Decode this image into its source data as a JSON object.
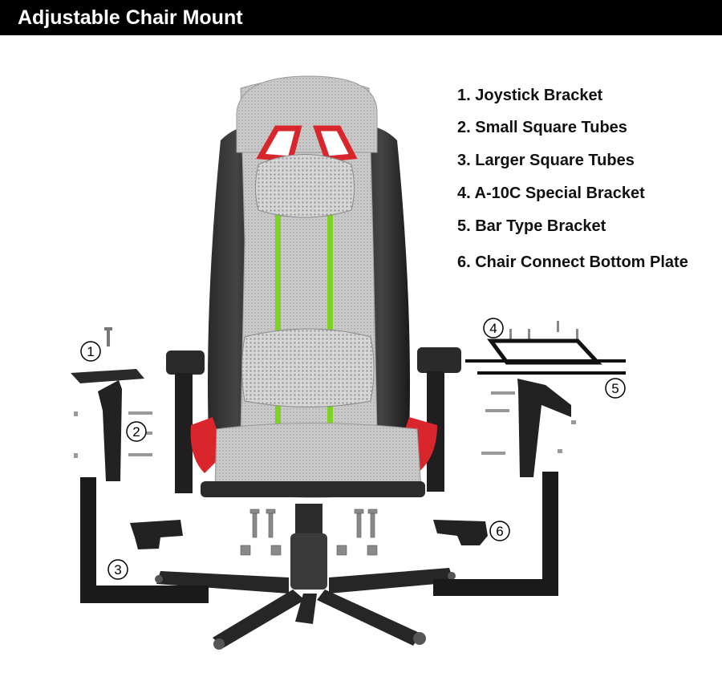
{
  "title": "Adjustable Chair Mount",
  "parts": [
    {
      "label": "1. Joystick Bracket"
    },
    {
      "label": "2. Small Square Tubes"
    },
    {
      "label": "3. Larger Square Tubes"
    },
    {
      "label": "4. A-10C Special Bracket"
    },
    {
      "label": "5. Bar Type Bracket"
    },
    {
      "label": "6. Chair Connect Bottom Plate"
    }
  ],
  "callouts": [
    "1",
    "2",
    "3",
    "4",
    "5",
    "6"
  ],
  "colors": {
    "accent_green": "#7ed321",
    "accent_red": "#d8262c",
    "frame_black": "#1a1a1a",
    "mesh_gray": "#bdbdbd"
  }
}
